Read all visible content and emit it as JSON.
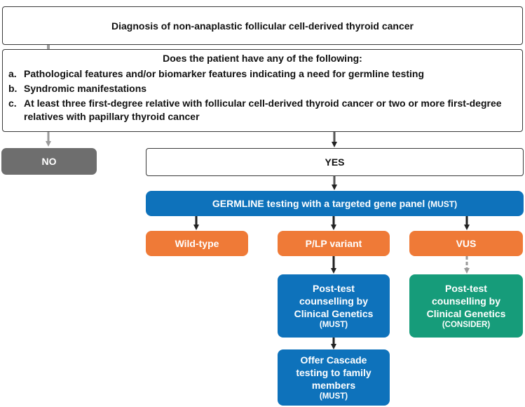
{
  "diagnosis": {
    "label": "Diagnosis of non-anaplastic follicular cell-derived thyroid cancer"
  },
  "question": {
    "heading": "Does the patient have any of the following:",
    "criteria": [
      {
        "letter": "a.",
        "text": "Pathological features and/or biomarker features indicating a need for germline testing"
      },
      {
        "letter": "b.",
        "text": "Syndromic manifestations"
      },
      {
        "letter": "c.",
        "text": "At least three first-degree relative with follicular cell-derived thyroid cancer or two or more first-degree relatives with papillary thyroid cancer"
      }
    ]
  },
  "no": {
    "label": "NO"
  },
  "yes": {
    "label": "YES"
  },
  "germline": {
    "label": "GERMLINE testing with a targeted gene panel",
    "tag": "(MUST)"
  },
  "results": {
    "wildtype": "Wild-type",
    "plp": "P/LP variant",
    "vus": "VUS"
  },
  "posttest_plp": {
    "lines": [
      "Post-test",
      "counselling by",
      "Clinical Genetics"
    ],
    "tag": "(MUST)"
  },
  "posttest_vus": {
    "lines": [
      "Post-test",
      "counselling by",
      "Clinical Genetics"
    ],
    "tag": "(CONSIDER)"
  },
  "cascade": {
    "lines": [
      "Offer Cascade",
      "testing to family",
      "members"
    ],
    "tag": "(MUST)"
  },
  "colors": {
    "blue": "#0e72bb",
    "orange": "#ef7a37",
    "teal": "#169c7a",
    "gray": "#6e6e6e",
    "arrow_dark": "#222222",
    "arrow_gray": "#9a9a9a"
  }
}
